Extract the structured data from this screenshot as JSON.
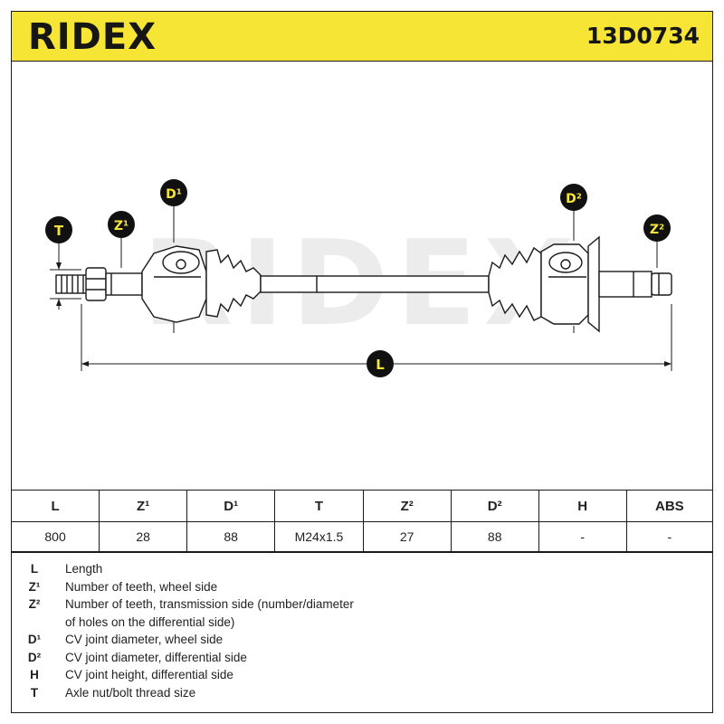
{
  "header": {
    "brand": "RIDEX",
    "part_number": "13D0734"
  },
  "drawing": {
    "watermark": "RIDEX",
    "labels": {
      "t": "T",
      "z1": "Z¹",
      "d1": "D¹",
      "d2": "D²",
      "z2": "Z²",
      "l": "L"
    },
    "label_color": "#111111",
    "label_text_color": "#f6e534"
  },
  "spec_table": {
    "headers": [
      "L",
      "Z¹",
      "D¹",
      "T",
      "Z²",
      "D²",
      "H",
      "ABS"
    ],
    "values": [
      "800",
      "28",
      "88",
      "M24x1.5",
      "27",
      "88",
      "-",
      "-"
    ]
  },
  "legend": [
    {
      "symbol": "L",
      "text": "Length"
    },
    {
      "symbol": "Z¹",
      "text": "Number of teeth, wheel side"
    },
    {
      "symbol": "Z²",
      "text": "Number of teeth, transmission side (number/diameter"
    },
    {
      "symbol": "",
      "text": "of holes on the differential side)"
    },
    {
      "symbol": "D¹",
      "text": "CV joint diameter, wheel side"
    },
    {
      "symbol": "D²",
      "text": "CV joint diameter, differential side"
    },
    {
      "symbol": "H",
      "text": "CV joint height, differential side"
    },
    {
      "symbol": "T",
      "text": "Axle nut/bolt thread size"
    }
  ],
  "colors": {
    "header_bg": "#f6e534",
    "line": "#1a1a1a"
  }
}
